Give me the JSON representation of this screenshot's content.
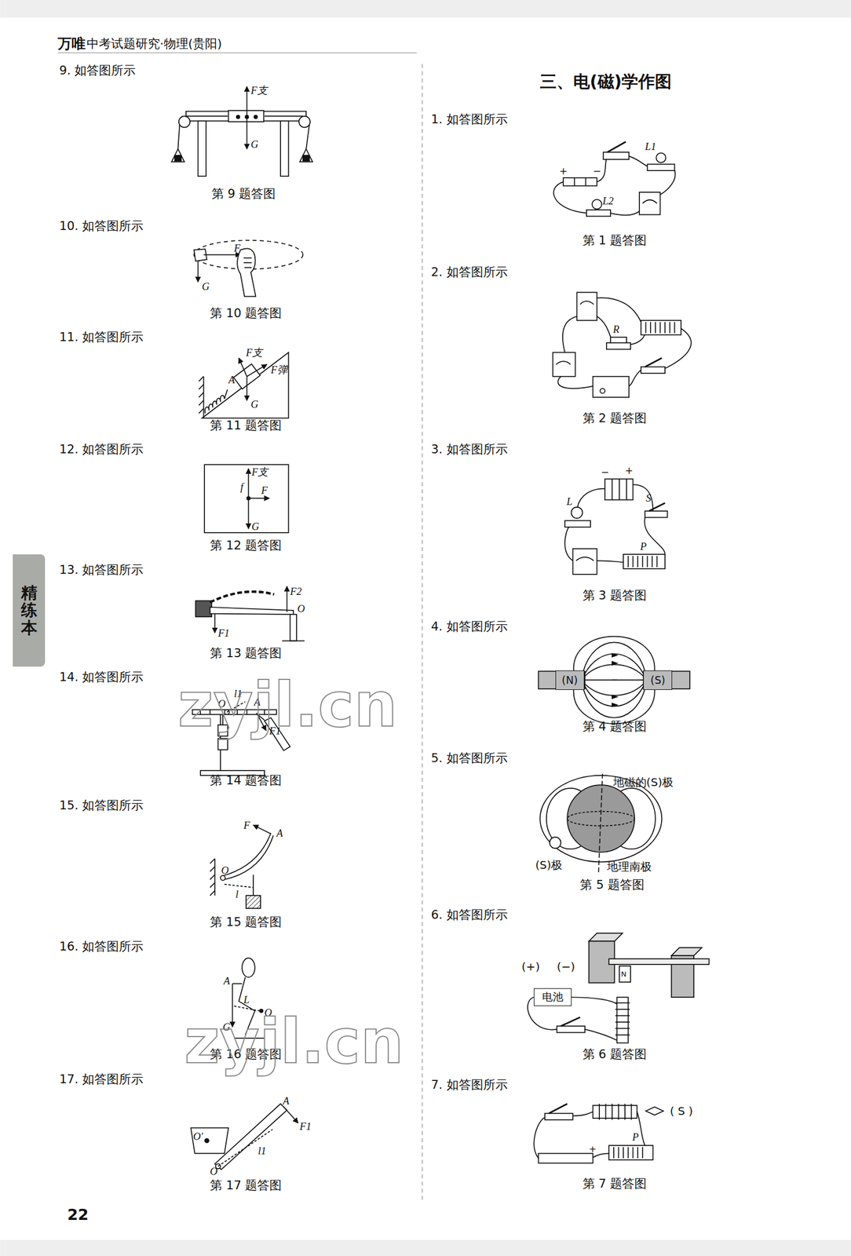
{
  "diagram": {
    "nodes": [
      {
        "text": [
          "精练本"
        ]
      },
      {
        "text": [
          "(N)"
        ]
      },
      {
        "text": [
          "(S)"
        ]
      },
      {
        "text": [
          "电池"
        ]
      }
    ],
    "labels": [
      "万唯",
      "中考试题研究·物理(贵阳)",
      "9. 如答图所示",
      "F支",
      "G",
      "第 9 题答图",
      "10. 如答图所示",
      "F",
      "G",
      "第 10 题答图",
      "11. 如答图所示",
      "F支",
      "F弹",
      "A",
      "G",
      "第 11 题答图",
      "12. 如答图所示",
      "F支",
      "f",
      "F",
      "G",
      "第 12 题答图",
      "13. 如答图所示",
      "F2",
      "O",
      "F1",
      "第 13 题答图",
      "14. 如答图所示",
      "l1",
      "O",
      "A",
      "F1",
      "第 14 题答图",
      "15. 如答图所示",
      "F",
      "A",
      "O",
      "l",
      "第 15 题答图",
      "16. 如答图所示",
      "A",
      "L",
      "O",
      "G",
      "第 16 题答图",
      "17. 如答图所示",
      "A",
      "F1",
      "O′",
      "l1",
      "O",
      "第 17 题答图",
      "三、电(磁)学作图",
      "1. 如答图所示",
      "+",
      "−",
      "L1",
      "L2",
      "第 1 题答图",
      "2. 如答图所示",
      "R",
      "第 2 题答图",
      "3. 如答图所示",
      "−",
      "+",
      "L",
      "S",
      "P",
      "第 3 题答图",
      "4. 如答图所示",
      "第 4 题答图",
      "5. 如答图所示",
      "地磁的(S)极",
      "(S)极",
      "地理南极",
      "第 5 题答图",
      "6. 如答图所示",
      "(+)",
      "(−)",
      "N",
      "第 6 题答图",
      "7. 如答图所示",
      "( S )",
      "P",
      "+",
      "第 7 题答图",
      "22",
      "zyjl.cn",
      "zyjl.cn"
    ]
  }
}
